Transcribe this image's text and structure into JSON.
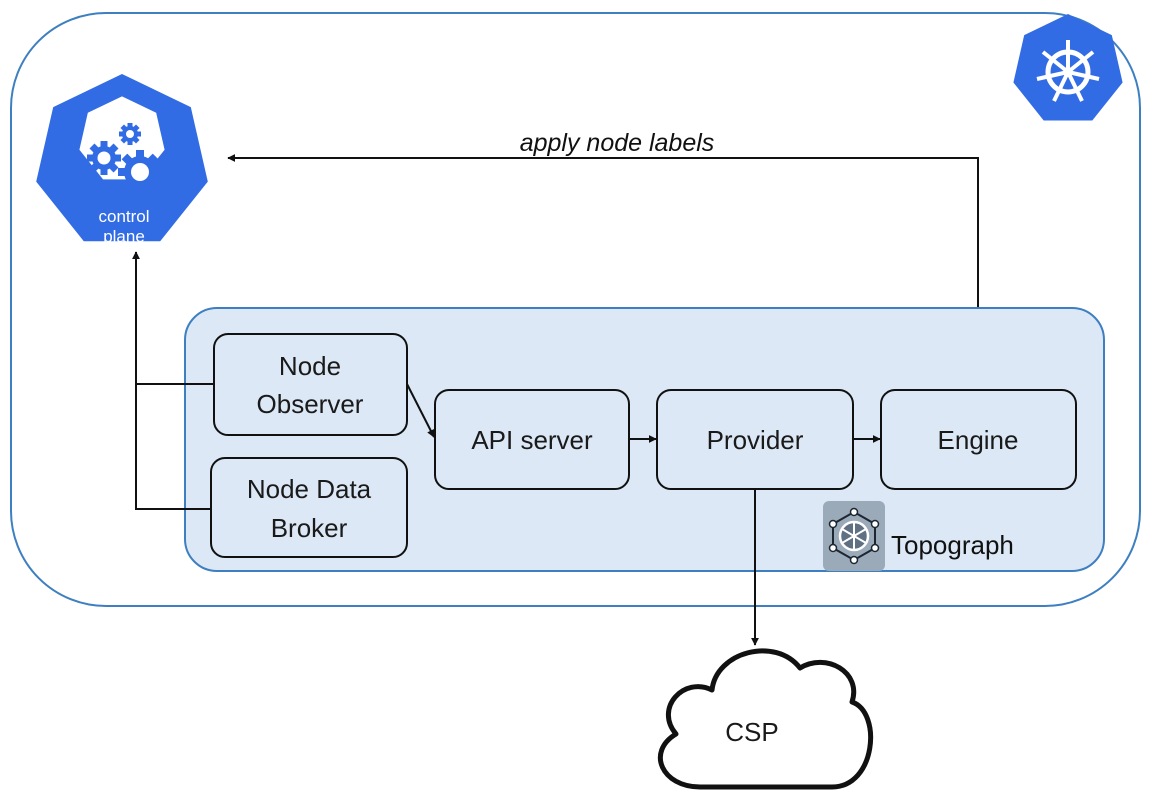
{
  "cluster": {
    "control_plane": {
      "label_line1": "control",
      "label_line2": "plane",
      "icon": "gears-icon"
    },
    "kubernetes_logo_icon": "helm-wheel-icon"
  },
  "topograph": {
    "label": "Topograph",
    "icon": "topograph-logo-icon",
    "components": {
      "node_observer": [
        "Node",
        "Observer"
      ],
      "node_data_broker": [
        "Node Data",
        "Broker"
      ],
      "api_server": "API server",
      "provider": "Provider",
      "engine": "Engine"
    }
  },
  "edges": {
    "apply_node_labels": "apply  node labels"
  },
  "external": {
    "csp": "CSP"
  },
  "colors": {
    "k8s_blue": "#326ce5",
    "container_border": "#3d7fc0",
    "group_fill": "#dce8f5"
  }
}
